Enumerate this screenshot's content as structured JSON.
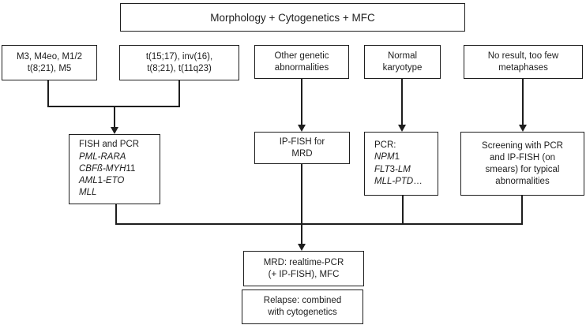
{
  "figure": {
    "title": "Morphology + Cytogenetics + MFC"
  },
  "row2_boxes": [
    {
      "lines": [
        "M3, M4eo, M1/2",
        "t(8;21), M5"
      ]
    },
    {
      "lines": [
        "t(15;17), inv(16),",
        "t(8;21), t(11q23)"
      ]
    },
    {
      "lines": [
        "Other genetic",
        "abnormalities"
      ]
    },
    {
      "lines": [
        "Normal",
        "karyotype"
      ]
    },
    {
      "lines": [
        "No result, too few",
        "metaphases"
      ]
    }
  ],
  "row3_boxes": {
    "fish_pcr": {
      "rich_lines": [
        [
          {
            "t": "FISH and PCR",
            "i": false
          }
        ],
        [
          {
            "t": "PML-RARA",
            "i": true
          }
        ],
        [
          {
            "t": "CBFß-MYH",
            "i": true
          },
          {
            "t": "11",
            "i": false
          }
        ],
        [
          {
            "t": "AML",
            "i": true
          },
          {
            "t": "1",
            "i": false
          },
          {
            "t": "-ETO",
            "i": true
          }
        ],
        [
          {
            "t": "MLL",
            "i": true
          }
        ]
      ]
    },
    "ip_fish": {
      "lines": [
        "IP-FISH for",
        "MRD"
      ]
    },
    "pcr_genes": {
      "rich_lines": [
        [
          {
            "t": "PCR:",
            "i": false
          }
        ],
        [
          {
            "t": "NPM",
            "i": true
          },
          {
            "t": "1",
            "i": false
          }
        ],
        [
          {
            "t": "FLT",
            "i": true
          },
          {
            "t": "3",
            "i": false
          },
          {
            "t": "-LM",
            "i": true
          }
        ],
        [
          {
            "t": "MLL-PTD",
            "i": true
          },
          {
            "t": "…",
            "i": false
          }
        ]
      ]
    },
    "screening": {
      "lines": [
        "Screening with PCR",
        "and IP-FISH (on",
        "smears) for typical",
        "abnormalities"
      ]
    }
  },
  "bottom_boxes": {
    "mrd": {
      "lines": [
        "MRD: realtime-PCR",
        "(+ IP-FISH), MFC"
      ]
    },
    "relapse": {
      "lines": [
        "Relapse: combined",
        "with cytogenetics"
      ]
    }
  },
  "colors": {
    "line": "#1e1e1e",
    "background": "#ffffff",
    "box_fill": "#ffffff"
  }
}
